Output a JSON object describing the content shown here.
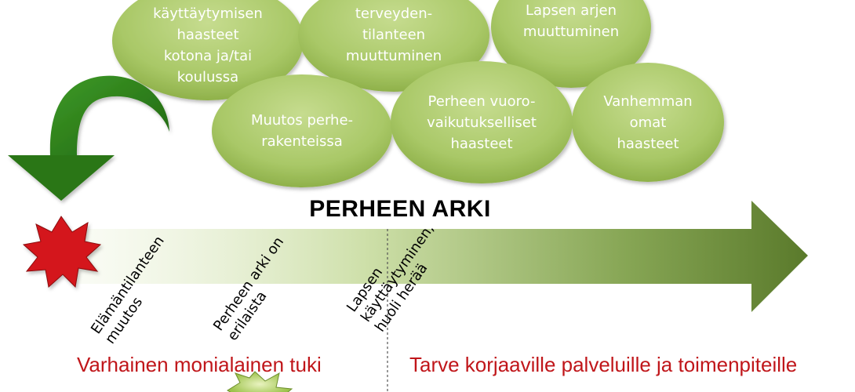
{
  "title": "PERHEEN ARKI",
  "bubbles": [
    {
      "id": "behaviour",
      "text": "käyttäytymisen\nhaasteet\nkotona ja/tai\nkoulussa"
    },
    {
      "id": "health",
      "text": "terveyden-\ntilanteen\nmuuttuminen"
    },
    {
      "id": "child_daily",
      "text": "Lapsen arjen\nmuuttuminen"
    },
    {
      "id": "family_structure",
      "text": "Muutos perhe-\nrakenteissa"
    },
    {
      "id": "interaction",
      "text": "Perheen vuoro-\nvaikutukselliset\nhaasteet"
    },
    {
      "id": "parent",
      "text": "Vanhemman\nomat\nhaasteet"
    }
  ],
  "timeline_labels": [
    {
      "id": "life_change",
      "text": "Elämäntilanteen\nmuutos"
    },
    {
      "id": "everyday_different",
      "text": "Perheen arki on\nerilaista"
    },
    {
      "id": "concern_arises",
      "text": "Lapsen\nkäyttäytyminen,\nhuoli herää"
    }
  ],
  "bottom": {
    "left": "Varhainen monialainen tuki",
    "right": "Tarve korjaaville palveluille ja toimenpiteille"
  },
  "colors": {
    "bubble_light": "#b9d37e",
    "bubble_dark": "#8fb14a",
    "arrow_dark": "#5d7b2c",
    "curved_arrow": "#2e7d1a",
    "burst_red": "#d4141b",
    "accent_red": "#c0161a"
  },
  "icons": [
    "curved-arrow-icon",
    "red-burst-icon",
    "green-burst-icon"
  ]
}
